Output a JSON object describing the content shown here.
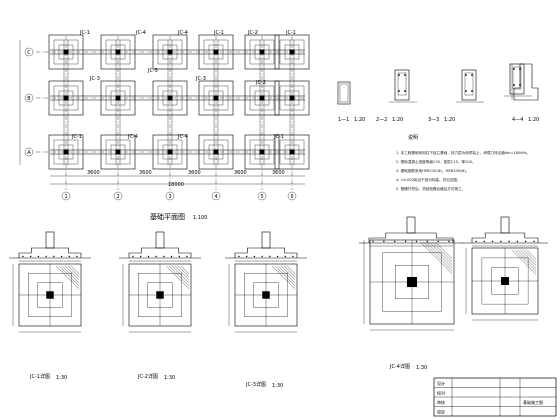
{
  "plan": {
    "title": "基础平面图",
    "scale": "1:100",
    "column_axes": [
      "1",
      "2",
      "3",
      "4",
      "5",
      "6"
    ],
    "row_axes": [
      "C",
      "B",
      "A"
    ],
    "footing_tags": [
      "JC-1",
      "JC-4",
      "JC-4",
      "JC-1",
      "JC-2",
      "JC-1",
      "JC-5",
      "JC-3",
      "JC-3",
      "JC-2",
      "JC-1",
      "JC-4",
      "JC-4",
      "JC-1"
    ],
    "dims_bottom": [
      "3600",
      "3600",
      "3600",
      "3600",
      "3600"
    ],
    "overall_dim": "18000"
  },
  "sections": [
    {
      "label": "1—1",
      "scale": "1:20"
    },
    {
      "label": "2—2",
      "scale": "1:20"
    },
    {
      "label": "3—3",
      "scale": "1:20"
    },
    {
      "label": "4—4",
      "scale": "1:20"
    }
  ],
  "notes": {
    "heading": "说明",
    "lines": [
      "1. 本工程基础采用柱下独立基础，持力层为粉质粘土，承载力特征值fak=180kPa。",
      "2. 基础混凝土强度等级C30，垫层C15，厚100。",
      "3. 基础钢筋采用HPB235(Φ)，HRB335(Φ)。",
      "4. ±0.000相当于绝对标高，详见总图。",
      "5. 基槽开挖后，须经验槽合格后方可施工。"
    ]
  },
  "details": [
    {
      "label": "JC-1详图",
      "scale": "1:30"
    },
    {
      "label": "JC-2详图",
      "scale": "1:30"
    },
    {
      "label": "JC-3详图",
      "scale": "1:30"
    },
    {
      "label": "JC-4详图",
      "scale": "1:30"
    }
  ],
  "title_block": {
    "rows": [
      "设计",
      "校对",
      "审核",
      "审定"
    ],
    "drawing": "基础施工图"
  }
}
